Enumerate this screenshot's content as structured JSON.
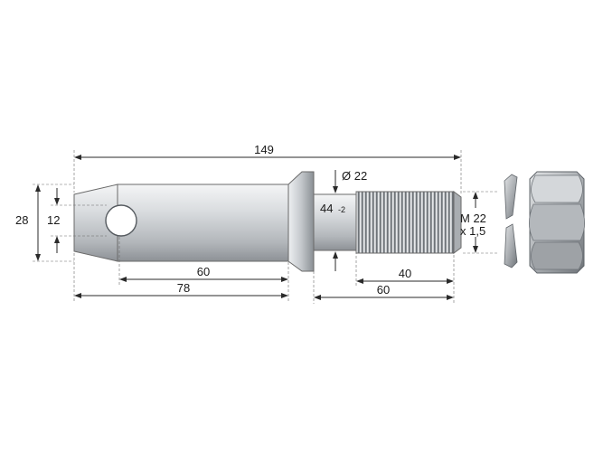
{
  "colors": {
    "metal_light": "#e4e6e8",
    "metal_mid": "#b8bcc0",
    "metal_dark": "#7e8388",
    "line": "#2a2a2a"
  },
  "dimensions": {
    "overall_length": "149",
    "collar_diameter": "Ø 22",
    "collar_length_value": "44",
    "collar_length_tolerance": "-2",
    "thread_label_line1": "M 22",
    "thread_label_line2": "x 1,5",
    "head_height": "28",
    "hole_height": "12",
    "shank_to_hole": "60",
    "shank_length": "78",
    "thread_length": "40",
    "threaded_end_length": "60"
  }
}
